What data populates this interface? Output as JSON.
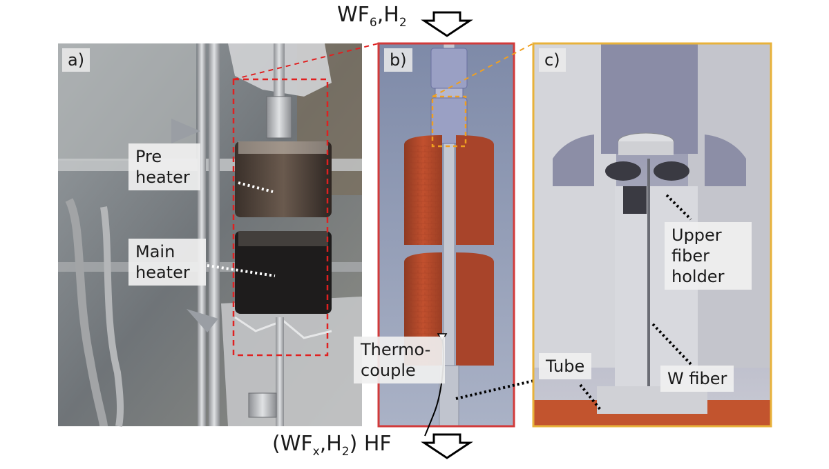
{
  "flow": {
    "inlet": {
      "main": "WF",
      "sub1": "6",
      "mid": ",H",
      "sub2": "2"
    },
    "outlet": {
      "open": "(WF",
      "sub1": "x",
      "mid": ",H",
      "sub2": "2",
      "close": ") HF"
    }
  },
  "panels": {
    "a": {
      "label": "a)",
      "callouts": {
        "pre_heater": [
          "Pre",
          "heater"
        ],
        "main_heater": [
          "Main",
          "heater"
        ]
      }
    },
    "b": {
      "label": "b)",
      "callouts": {
        "thermocouple": [
          "Thermo-",
          "couple"
        ]
      }
    },
    "c": {
      "label": "c)",
      "callouts": {
        "upper_fiber_holder": [
          "Upper",
          "fiber",
          "holder"
        ],
        "tube": "Tube",
        "w_fiber": "W fiber"
      }
    }
  },
  "colors": {
    "panel_b_border": "#d23a3a",
    "panel_c_border": "#e8b23a",
    "heater_block": "#b8442a",
    "zoom_box_a": "#e02020",
    "zoom_box_b": "#f0a020"
  }
}
